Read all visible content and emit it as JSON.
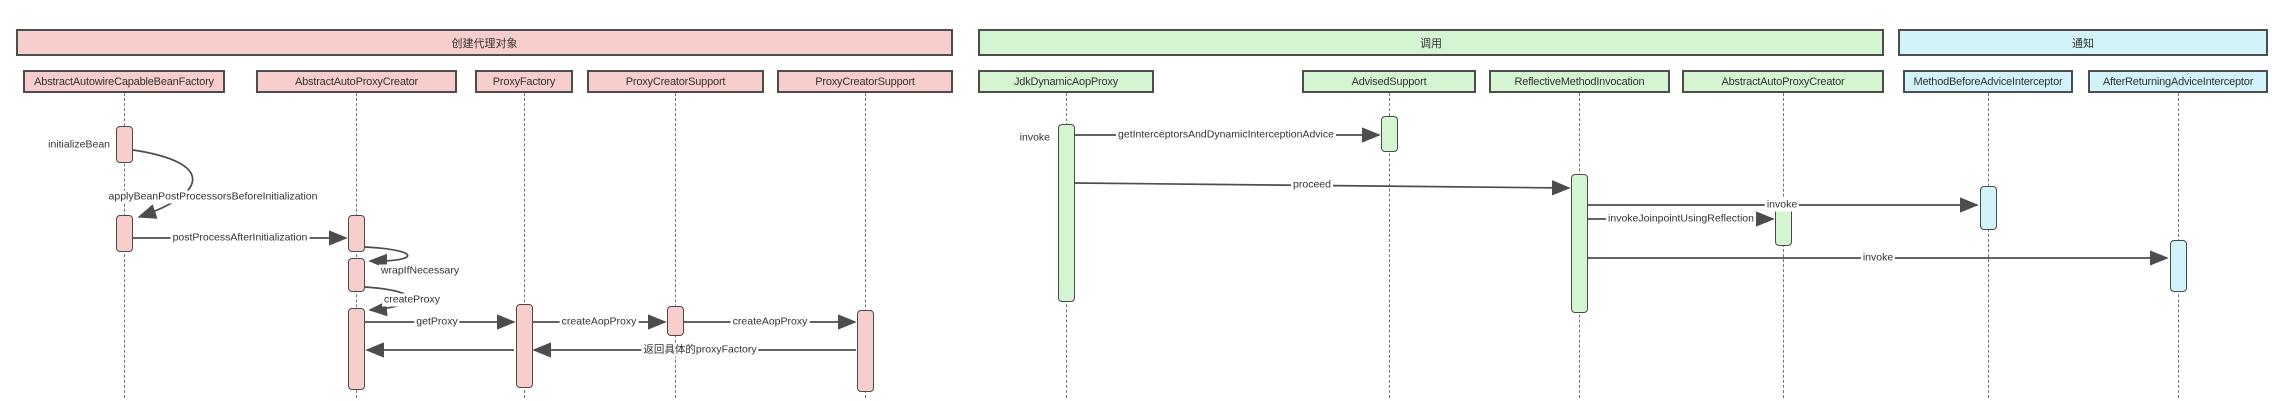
{
  "diagram": {
    "sections": [
      {
        "title": "创建代理对象",
        "fill": "#f8cecc"
      },
      {
        "title": "调用",
        "fill": "#d5f5d2"
      },
      {
        "title": "通知",
        "fill": "#d2f3f9"
      }
    ],
    "participants": [
      {
        "name": "AbstractAutowireCapableBeanFactory",
        "section": 0
      },
      {
        "name": "AbstractAutoProxyCreator",
        "section": 0
      },
      {
        "name": "ProxyFactory",
        "section": 0
      },
      {
        "name": "ProxyCreatorSupport",
        "section": 0
      },
      {
        "name": "ProxyCreatorSupport",
        "section": 0
      },
      {
        "name": "JdkDynamicAopProxy",
        "section": 1
      },
      {
        "name": "AdvisedSupport",
        "section": 1
      },
      {
        "name": "ReflectiveMethodInvocation",
        "section": 1
      },
      {
        "name": "AbstractAutoProxyCreator",
        "section": 1
      },
      {
        "name": "MethodBeforeAdviceInterceptor",
        "section": 2
      },
      {
        "name": "AfterReturningAdviceInterceptor",
        "section": 2
      }
    ],
    "messages": [
      {
        "label": "initializeBean",
        "kind": "activation-label",
        "on": "AbstractAutowireCapableBeanFactory"
      },
      {
        "label": "applyBeanPostProcessorsBeforeInitialization",
        "kind": "self-call",
        "on": "AbstractAutowireCapableBeanFactory"
      },
      {
        "label": "postProcessAfterInitialization",
        "kind": "call",
        "from": "AbstractAutowireCapableBeanFactory",
        "to": "AbstractAutoProxyCreator"
      },
      {
        "label": "wrapIfNecessary",
        "kind": "self-call",
        "on": "AbstractAutoProxyCreator"
      },
      {
        "label": "createProxy",
        "kind": "self-call",
        "on": "AbstractAutoProxyCreator"
      },
      {
        "label": "getProxy",
        "kind": "call",
        "from": "AbstractAutoProxyCreator",
        "to": "ProxyFactory"
      },
      {
        "label": "createAopProxy",
        "kind": "call",
        "from": "ProxyFactory",
        "to": "ProxyCreatorSupport"
      },
      {
        "label": "createAopProxy",
        "kind": "call",
        "from": "ProxyCreatorSupport",
        "to": "ProxyCreatorSupport"
      },
      {
        "label": "返回具体的proxyFactory",
        "kind": "return",
        "from": "ProxyCreatorSupport",
        "to": "ProxyFactory"
      },
      {
        "label": "",
        "kind": "return",
        "from": "ProxyFactory",
        "to": "AbstractAutoProxyCreator"
      },
      {
        "label": "invoke",
        "kind": "activation-label",
        "on": "JdkDynamicAopProxy"
      },
      {
        "label": "getInterceptorsAndDynamicInterceptionAdvice",
        "kind": "call",
        "from": "JdkDynamicAopProxy",
        "to": "AdvisedSupport"
      },
      {
        "label": "proceed",
        "kind": "call",
        "from": "JdkDynamicAopProxy",
        "to": "ReflectiveMethodInvocation"
      },
      {
        "label": "invoke",
        "kind": "call",
        "from": "ReflectiveMethodInvocation",
        "to": "MethodBeforeAdviceInterceptor"
      },
      {
        "label": "invokeJoinpointUsingReflection",
        "kind": "call",
        "from": "ReflectiveMethodInvocation",
        "to": "AbstractAutoProxyCreator"
      },
      {
        "label": "invoke",
        "kind": "call",
        "from": "ReflectiveMethodInvocation",
        "to": "AfterReturningAdviceInterceptor"
      }
    ]
  },
  "colors": {
    "stroke": "#4d4d4d",
    "text": "#333333",
    "pink": "#f8cecc",
    "green": "#d5f5d2",
    "cyan": "#d2f3f9"
  }
}
